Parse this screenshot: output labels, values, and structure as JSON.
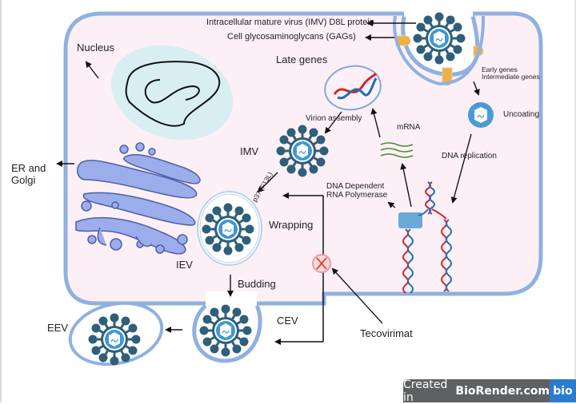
{
  "labels": {
    "nucleus": "Nucleus",
    "er_golgi_line1": "ER and",
    "er_golgi_line2": "Golgi",
    "imv_protein": "Intracellular mature virus (IMV) D8L protein",
    "gags": "Cell glycosaminoglycans (GAGs)",
    "late_genes": "Late genes",
    "early_genes": "Early genes",
    "intermediate_genes": "Intermediate genes",
    "uncoating": "Uncoating",
    "virion_assembly": "Virion assembly",
    "mrna": "mRNA",
    "dna_replication": "DNA replication",
    "imv": "IMV",
    "p37": "p37 (F13L)",
    "dna_dep_line1": "DNA Dependent",
    "dna_dep_line2": "RNA Polymerase",
    "wrapping": "Wrapping",
    "iev": "IEV",
    "budding": "Budding",
    "cev": "CEV",
    "eev": "EEV",
    "tecovirimat": "Tecovirimat"
  },
  "badge": {
    "prefix": "Created in",
    "brand": "BioRender.com",
    "logo": "bio"
  },
  "colors": {
    "cell_fill": "#fcf0f6",
    "membrane": "#8fb1e0",
    "nucleus": "#d9eef3",
    "golgi": "#9badea",
    "virus": "#2f5f7a",
    "capsid": "#3f97d4",
    "receptor": "#f2b13c",
    "dna_red": "#d4232f",
    "dna_blue": "#1f6fb0",
    "inhibitor": "#e32b2b"
  }
}
